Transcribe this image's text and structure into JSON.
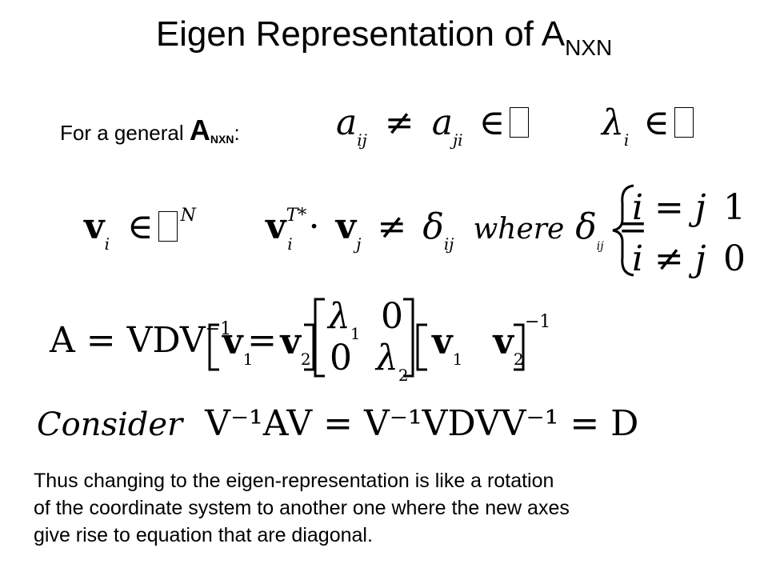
{
  "slide": {
    "title_main": "Eigen Representation of A",
    "title_sub": "NXN",
    "general_prefix": "For a general ",
    "general_A": "A",
    "general_sub": "NXN",
    "general_colon": ":",
    "eq1": {
      "a": "a",
      "ij": "ij",
      "ne": "≠",
      "ji": "ji",
      "in": "∈"
    },
    "eq2": {
      "lambda": "λ",
      "i": "i",
      "in": "∈"
    },
    "eq3": {
      "v": "v",
      "i": "i",
      "in": "∈",
      "N": "N"
    },
    "eq4": {
      "v": "v",
      "T": "T*",
      "i": "i",
      "dot": "·",
      "j": "j",
      "ne": "≠",
      "delta": "δ",
      "ij": "ij",
      "where": "where",
      "eq": "="
    },
    "cases": {
      "c1": "i = j",
      "v1": "1",
      "c2": "i ≠ j",
      "v2": "0"
    },
    "eq5": {
      "lhs": "A = VDV",
      "inv": "−1",
      "eq": "=",
      "v1": "v",
      "s1": "1",
      "v2": "v",
      "s2": "2",
      "l1": "λ",
      "ls1": "1",
      "zero": "0",
      "l2": "λ",
      "ls2": "2"
    },
    "eq6": {
      "consider": "Consider",
      "expr": "V⁻¹AV = V⁻¹VDVV⁻¹ = D"
    },
    "body_lines": [
      "Thus changing to the eigen-representation is like a rotation",
      "of the coordinate system to another one where the new axes",
      "give rise to equation that are diagonal."
    ]
  }
}
